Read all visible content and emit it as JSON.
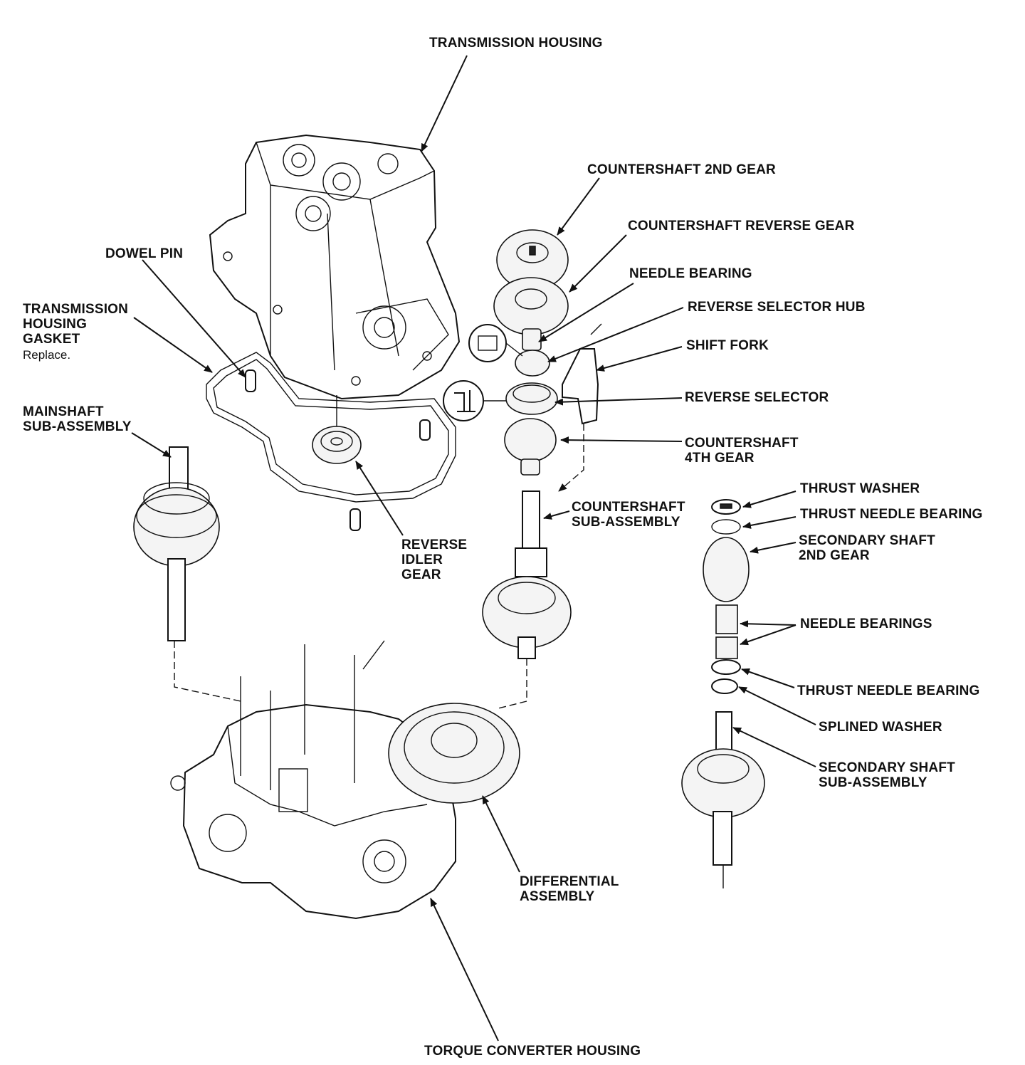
{
  "labels": {
    "transmission_housing": "TRANSMISSION HOUSING",
    "countershaft_2nd_gear": "COUNTERSHAFT 2ND GEAR",
    "countershaft_reverse_gear": "COUNTERSHAFT REVERSE GEAR",
    "needle_bearing": "NEEDLE BEARING",
    "reverse_selector_hub": "REVERSE SELECTOR HUB",
    "shift_fork": "SHIFT FORK",
    "reverse_selector": "REVERSE SELECTOR",
    "countershaft_4th_gear": "COUNTERSHAFT\n4TH GEAR",
    "countershaft_sub_assembly": "COUNTERSHAFT\nSUB-ASSEMBLY",
    "dowel_pin": "DOWEL PIN",
    "transmission_housing_gasket": "TRANSMISSION\nHOUSING\nGASKET",
    "gasket_note": "Replace.",
    "mainshaft_sub_assembly": "MAINSHAFT\nSUB-ASSEMBLY",
    "reverse_idler_gear": "REVERSE\nIDLER\nGEAR",
    "thrust_washer": "THRUST WASHER",
    "thrust_needle_bearing_top": "THRUST NEEDLE BEARING",
    "secondary_shaft_2nd_gear": "SECONDARY SHAFT\n2ND GEAR",
    "needle_bearings": "NEEDLE BEARINGS",
    "thrust_needle_bearing_bottom": "THRUST NEEDLE BEARING",
    "splined_washer": "SPLINED WASHER",
    "secondary_shaft_sub_assembly": "SECONDARY SHAFT\nSUB-ASSEMBLY",
    "differential_assembly": "DIFFERENTIAL\nASSEMBLY",
    "torque_converter_housing": "TORQUE CONVERTER HOUSING"
  },
  "icons": {
    "replace_part_symbol": "square-symbol",
    "lubricate_symbol": "oil-symbol"
  }
}
